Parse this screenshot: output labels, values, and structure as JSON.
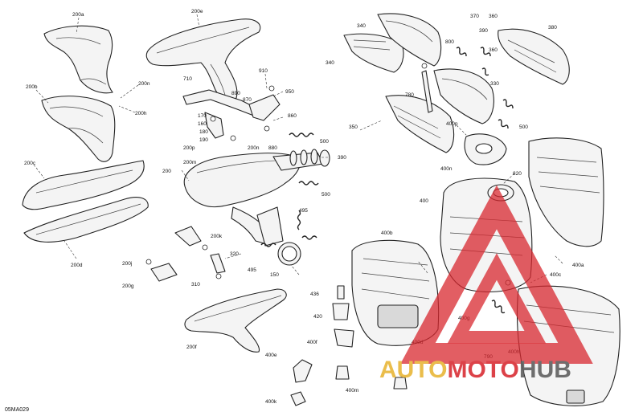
{
  "diagram": {
    "code": "05MA029",
    "callouts": [
      {
        "id": "c200a",
        "text": "200a"
      },
      {
        "id": "c200e",
        "text": "200e"
      },
      {
        "id": "c200b",
        "text": "200b"
      },
      {
        "id": "c200n_top",
        "text": "200n"
      },
      {
        "id": "c200h",
        "text": "200h"
      },
      {
        "id": "c200c",
        "text": "200c"
      },
      {
        "id": "c200d",
        "text": "200d"
      },
      {
        "id": "c710",
        "text": "710"
      },
      {
        "id": "c890",
        "text": "890"
      },
      {
        "id": "c870",
        "text": "870"
      },
      {
        "id": "c910",
        "text": "910"
      },
      {
        "id": "c950",
        "text": "950"
      },
      {
        "id": "c860",
        "text": "860"
      },
      {
        "id": "c170",
        "text": "170"
      },
      {
        "id": "c160",
        "text": "160"
      },
      {
        "id": "c180",
        "text": "180"
      },
      {
        "id": "c190",
        "text": "190"
      },
      {
        "id": "c200p",
        "text": "200p"
      },
      {
        "id": "c200n",
        "text": "200n"
      },
      {
        "id": "c880",
        "text": "880"
      },
      {
        "id": "c500_mid",
        "text": "500"
      },
      {
        "id": "c200m",
        "text": "200m"
      },
      {
        "id": "c390",
        "text": "390"
      },
      {
        "id": "c200",
        "text": "200"
      },
      {
        "id": "c500_low",
        "text": "500"
      },
      {
        "id": "c495_a",
        "text": "495"
      },
      {
        "id": "c200k",
        "text": "200k"
      },
      {
        "id": "c320",
        "text": "320"
      },
      {
        "id": "c200j",
        "text": "200j"
      },
      {
        "id": "c200g",
        "text": "200g"
      },
      {
        "id": "c310",
        "text": "310"
      },
      {
        "id": "c495_b",
        "text": "495"
      },
      {
        "id": "c150",
        "text": "150"
      },
      {
        "id": "c200f",
        "text": "200f"
      },
      {
        "id": "c400e",
        "text": "400e"
      },
      {
        "id": "c400k",
        "text": "400k"
      },
      {
        "id": "c340_a",
        "text": "340"
      },
      {
        "id": "c340_b",
        "text": "340"
      },
      {
        "id": "c370",
        "text": "370"
      },
      {
        "id": "c360_a",
        "text": "360"
      },
      {
        "id": "c380",
        "text": "380"
      },
      {
        "id": "c800",
        "text": "800"
      },
      {
        "id": "c390_b",
        "text": "390"
      },
      {
        "id": "c360_b",
        "text": "360"
      },
      {
        "id": "c330",
        "text": "330"
      },
      {
        "id": "c780",
        "text": "780"
      },
      {
        "id": "c350",
        "text": "350"
      },
      {
        "id": "c400p",
        "text": "400p"
      },
      {
        "id": "c500_r",
        "text": "500"
      },
      {
        "id": "c400n",
        "text": "400n"
      },
      {
        "id": "c820",
        "text": "820"
      },
      {
        "id": "c400",
        "text": "400"
      },
      {
        "id": "c400b",
        "text": "400b"
      },
      {
        "id": "c400a",
        "text": "400a"
      },
      {
        "id": "c400c",
        "text": "400c"
      },
      {
        "id": "c436",
        "text": "436"
      },
      {
        "id": "c420",
        "text": "420"
      },
      {
        "id": "c400f",
        "text": "400f"
      },
      {
        "id": "c400m",
        "text": "400m"
      },
      {
        "id": "c400g",
        "text": "400g"
      },
      {
        "id": "c400d",
        "text": "400d"
      },
      {
        "id": "c790",
        "text": "790"
      },
      {
        "id": "c400h",
        "text": "400h"
      }
    ]
  },
  "watermark": {
    "part1": "AUTO",
    "part2": "MOTO",
    "part3": "HUB",
    "colors": {
      "red": "#d8282f",
      "gold": "#e8b533",
      "gray": "#5c5c5c"
    }
  }
}
